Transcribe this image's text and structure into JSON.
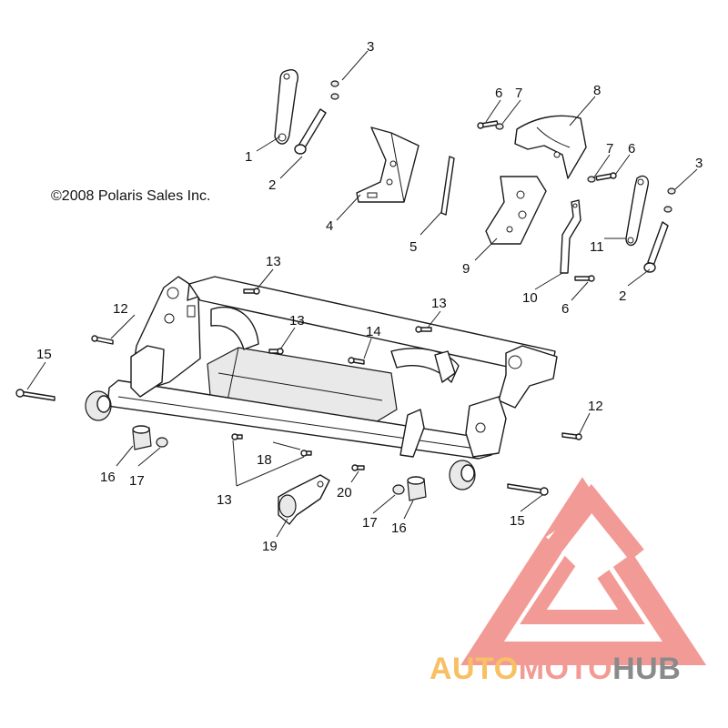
{
  "copyright": "©2008 Polaris Sales Inc.",
  "callouts": [
    "1",
    "2",
    "3",
    "4",
    "5",
    "6",
    "7",
    "8",
    "7",
    "6",
    "3",
    "11",
    "9",
    "10",
    "6",
    "2",
    "13",
    "12",
    "13",
    "13",
    "14",
    "15",
    "12",
    "18",
    "13",
    "20",
    "16",
    "17",
    "19",
    "17",
    "16",
    "15"
  ],
  "watermark": {
    "part1": "AUTO",
    "part2": "MOTO",
    "part3": "HUB",
    "colors": {
      "auto": "#f7c063",
      "moto": "#f49a94",
      "hub": "#8a8a8a",
      "logo": "#f08a84"
    }
  }
}
